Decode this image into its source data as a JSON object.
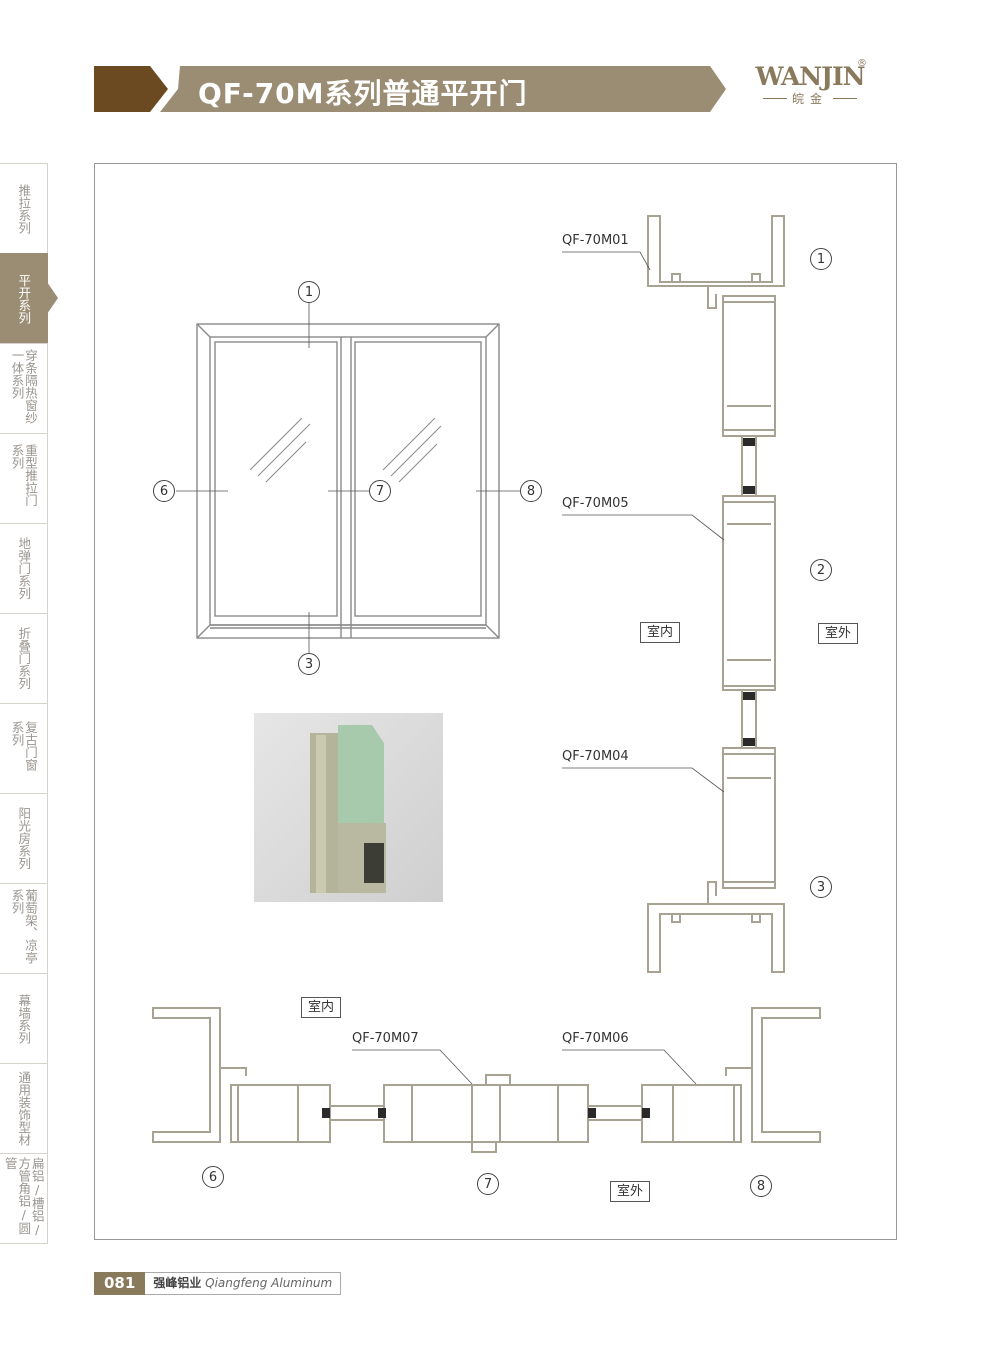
{
  "header": {
    "title": "QF-70M系列普通平开门"
  },
  "logo": {
    "text": "WANJIN",
    "registered": "®",
    "sub": "皖金"
  },
  "sidebar": [
    {
      "label": "推拉系列",
      "active": false
    },
    {
      "label": "平开系列",
      "active": true
    },
    {
      "label": "穿条隔热窗纱一体系列",
      "active": false
    },
    {
      "label": "重型推拉门系列",
      "active": false
    },
    {
      "label": "地弹门系列",
      "active": false
    },
    {
      "label": "折叠门系列",
      "active": false
    },
    {
      "label": "复古门窗系列",
      "active": false
    },
    {
      "label": "阳光房系列",
      "active": false
    },
    {
      "label": "葡萄架、凉亭系列",
      "active": false
    },
    {
      "label": "幕墙系列",
      "active": false
    },
    {
      "label": "通用装饰型材",
      "active": false
    },
    {
      "label": "扁铝/槽铝/方管角铝/圆管",
      "active": false
    }
  ],
  "elevation": {
    "markers": [
      "1",
      "6",
      "7",
      "8",
      "3"
    ]
  },
  "vertical_section": {
    "profiles": [
      "QF-70M01",
      "QF-70M05",
      "QF-70M04"
    ],
    "markers": [
      "1",
      "2",
      "3"
    ],
    "indoor": "室内",
    "outdoor": "室外"
  },
  "horizontal_section": {
    "profiles": [
      "QF-70M07",
      "QF-70M06"
    ],
    "markers": [
      "6",
      "7",
      "8"
    ],
    "indoor": "室内",
    "outdoor": "室外"
  },
  "footer": {
    "page": "081",
    "brand_cn": "强峰铝业",
    "brand_en": "Qiangfeng Aluminum"
  },
  "colors": {
    "header_dark": "#6b4a22",
    "header_tan": "#9b8d74",
    "logo": "#8a7a5c"
  }
}
